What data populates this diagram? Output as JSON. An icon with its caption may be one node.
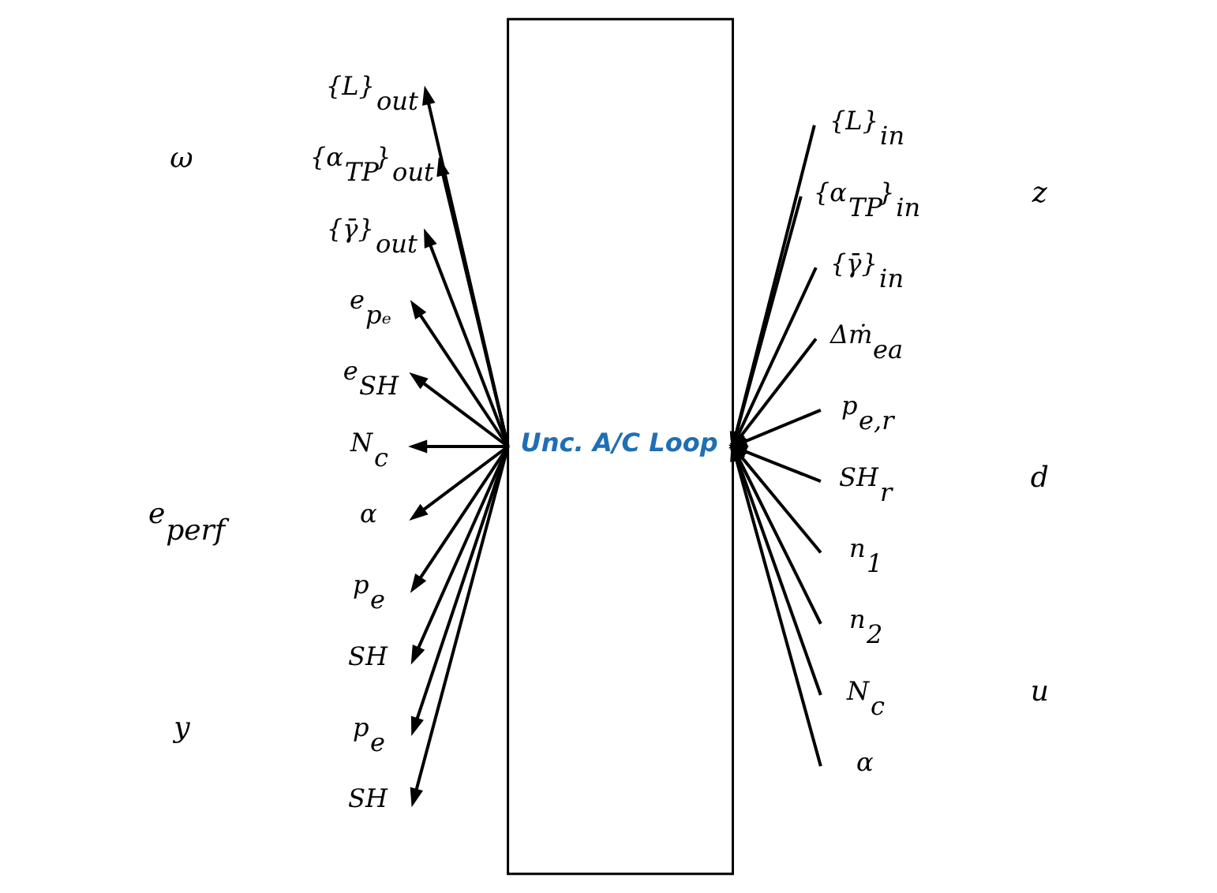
{
  "diagram": {
    "nodes": [
      {
        "text": [
          "Unc. A/C Loop"
        ]
      },
      {
        "text": [
          "{L}$_{out}$"
        ]
      },
      {
        "text": [
          "{α$_{TP}$}$_{out}$"
        ]
      },
      {
        "text": [
          "{γ̄}$_{out}$"
        ]
      },
      {
        "text": [
          "e$_{pₑ}$"
        ]
      },
      {
        "text": [
          "e$_{SH}$"
        ]
      },
      {
        "text": [
          "N$_{c}$"
        ]
      },
      {
        "text": [
          "α"
        ]
      },
      {
        "text": [
          "p$_{e}$"
        ]
      },
      {
        "text": [
          "SH"
        ]
      },
      {
        "text": [
          "p$_{e}$"
        ]
      },
      {
        "text": [
          "SH"
        ]
      },
      {
        "text": [
          "{L}$_{in}$"
        ]
      },
      {
        "text": [
          "{α$_{TP}$}$_{in}$"
        ]
      },
      {
        "text": [
          "{γ̄}$_{in}$"
        ]
      },
      {
        "text": [
          "Δṁ$_{ea}$"
        ]
      },
      {
        "text": [
          "p$_{e,r}$"
        ]
      },
      {
        "text": [
          "SH$_{r}$"
        ]
      },
      {
        "text": [
          "n$_{1}$"
        ]
      },
      {
        "text": [
          "n$_{2}$"
        ]
      },
      {
        "text": [
          "N$_{c}$"
        ]
      },
      {
        "text": [
          "α"
        ]
      }
    ],
    "edges": [
      {
        "from": 0,
        "to": 1,
        "arrow": "to"
      },
      {
        "from": 0,
        "to": 2,
        "arrow": "to"
      },
      {
        "from": 0,
        "to": 3,
        "arrow": "to"
      },
      {
        "from": 0,
        "to": 4,
        "arrow": "to"
      },
      {
        "from": 0,
        "to": 5,
        "arrow": "to"
      },
      {
        "from": 0,
        "to": 6,
        "arrow": "to"
      },
      {
        "from": 0,
        "to": 7,
        "arrow": "to"
      },
      {
        "from": 0,
        "to": 8,
        "arrow": "to"
      },
      {
        "from": 0,
        "to": 9,
        "arrow": "to"
      },
      {
        "from": 0,
        "to": 10,
        "arrow": "to"
      },
      {
        "from": 0,
        "to": 11,
        "arrow": "to"
      },
      {
        "from": 12,
        "to": 0,
        "arrow": "to"
      },
      {
        "from": 13,
        "to": 0,
        "arrow": "to"
      },
      {
        "from": 14,
        "to": 0,
        "arrow": "to"
      },
      {
        "from": 15,
        "to": 0,
        "arrow": "to"
      },
      {
        "from": 16,
        "to": 0,
        "arrow": "to"
      },
      {
        "from": 17,
        "to": 0,
        "arrow": "to"
      },
      {
        "from": 18,
        "to": 0,
        "arrow": "to"
      },
      {
        "from": 19,
        "to": 0,
        "arrow": "to"
      },
      {
        "from": 20,
        "to": 0,
        "arrow": "to"
      },
      {
        "from": 21,
        "to": 0,
        "arrow": "to"
      }
    ],
    "labels": [
      "ω",
      "z",
      "d",
      "e$_{perf}$",
      "u",
      "y"
    ]
  }
}
